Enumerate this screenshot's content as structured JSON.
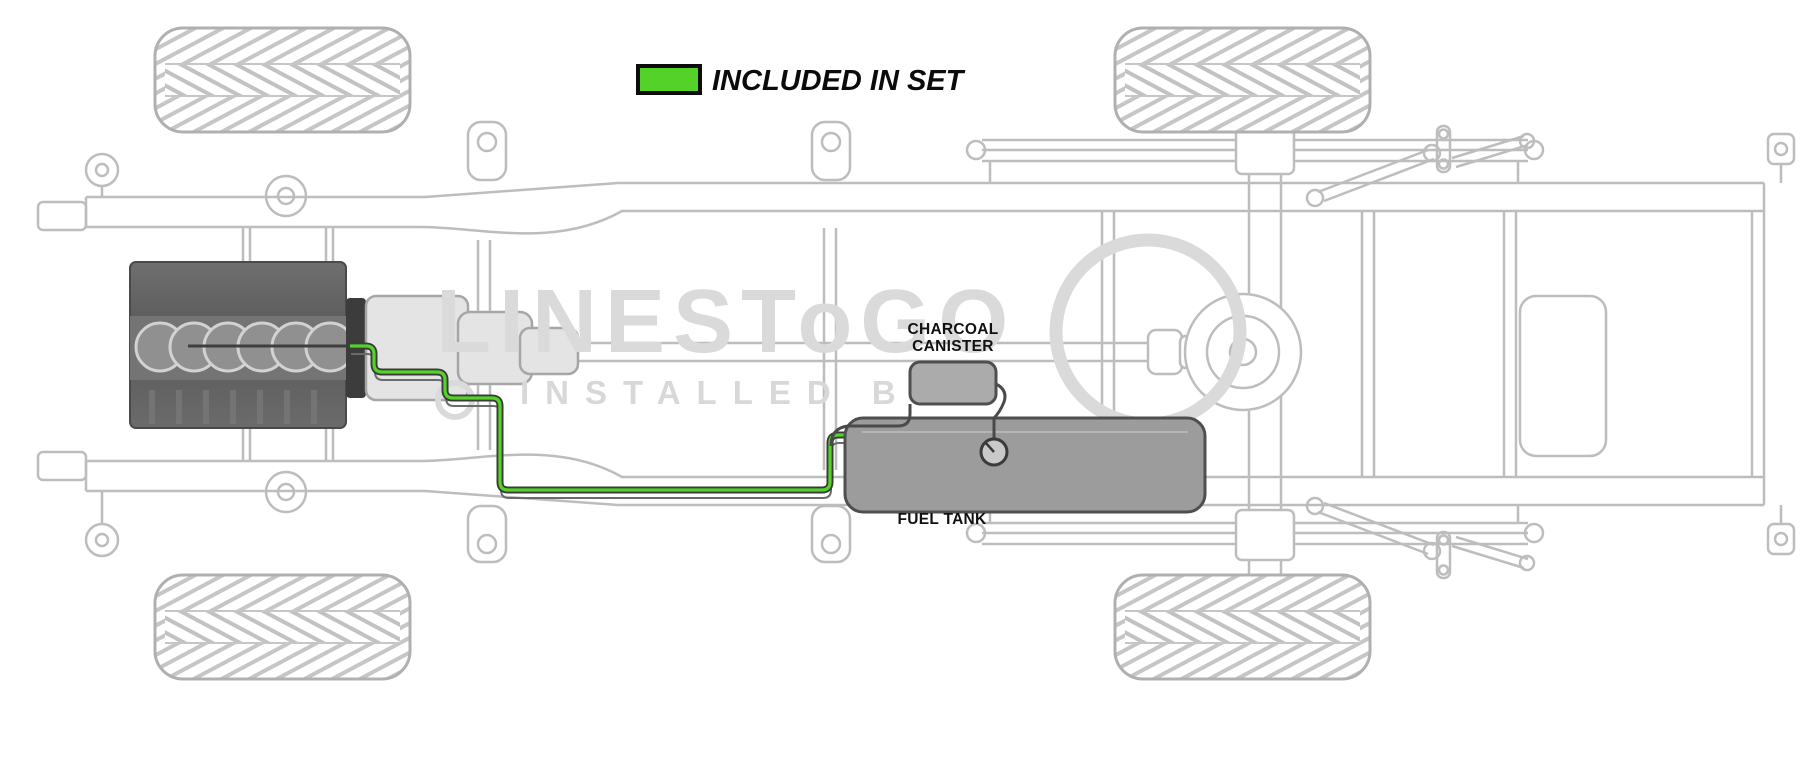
{
  "legend": {
    "label": "INCLUDED IN SET"
  },
  "labels": {
    "charcoal_line1": "CHARCOAL",
    "charcoal_line2": "CANISTER",
    "fuel_tank": "FUEL TANK"
  },
  "watermark": {
    "brand": "LINESToGO",
    "tagline": "INSTALLED BY"
  },
  "colors": {
    "included_green": "#54d228",
    "line_dark": "#3a3a3a"
  }
}
